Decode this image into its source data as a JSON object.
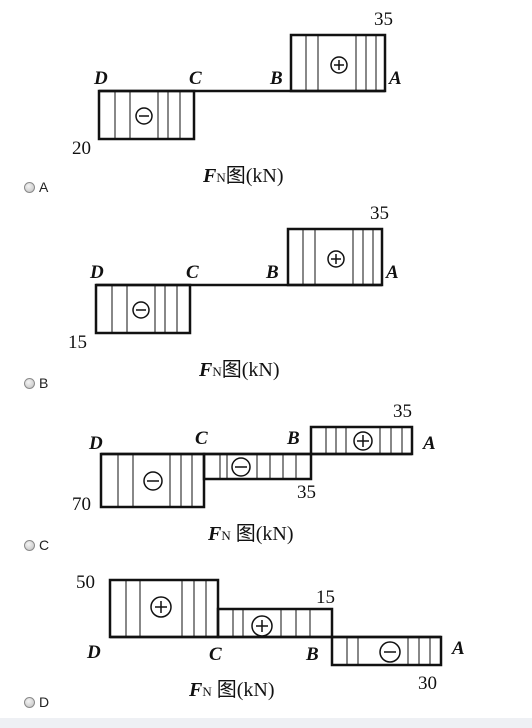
{
  "options": [
    {
      "label": "A",
      "points": {
        "D": "D",
        "C": "C",
        "B": "B",
        "A": "A"
      },
      "values": {
        "left": "20",
        "right": "35"
      },
      "caption": {
        "F": "F",
        "sub": "N",
        "rest": "图(kN)"
      }
    },
    {
      "label": "B",
      "points": {
        "D": "D",
        "C": "C",
        "B": "B",
        "A": "A"
      },
      "values": {
        "left": "15",
        "right": "35"
      },
      "caption": {
        "F": "F",
        "sub": "N",
        "rest": "图(kN)"
      }
    },
    {
      "label": "C",
      "points": {
        "D": "D",
        "C": "C",
        "B": "B",
        "A": "A"
      },
      "values": {
        "left": "70",
        "mid": "35",
        "right": "35"
      },
      "caption": {
        "F": "F",
        "sub": "N",
        "rest": " 图(kN)"
      }
    },
    {
      "label": "D",
      "points": {
        "D": "D",
        "C": "C",
        "B": "B",
        "A": "A"
      },
      "values": {
        "left": "50",
        "mid": "15",
        "right": "30"
      },
      "caption": {
        "F": "F",
        "sub": "N",
        "rest": " 图(kN)"
      }
    }
  ],
  "signs": {
    "plus": "+",
    "minus": "−"
  }
}
